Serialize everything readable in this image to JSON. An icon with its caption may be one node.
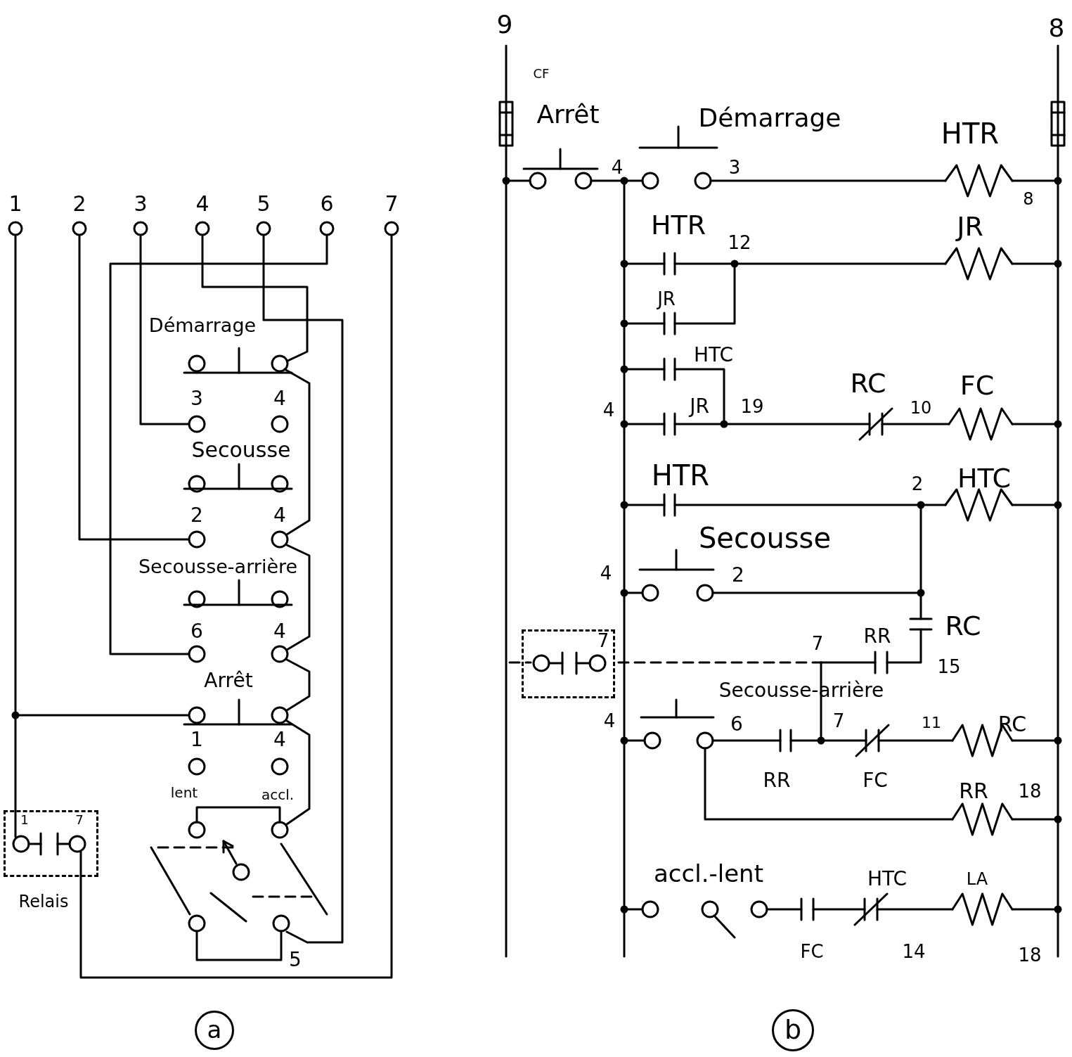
{
  "diagram": {
    "nodes": [
      {
        "text": [
          "1",
          "7"
        ],
        "beside": [
          "Relais"
        ]
      },
      {
        "text": [
          "a"
        ]
      },
      {
        "text": [
          "7"
        ]
      },
      {
        "text": [
          "b"
        ]
      }
    ],
    "labels": [
      "1",
      "2",
      "3",
      "4",
      "5",
      "6",
      "7",
      "Démarrage",
      "3",
      "4",
      "Secousse",
      "2",
      "4",
      "Secousse-arrière",
      "6",
      "4",
      "Arrêt",
      "1",
      "4",
      "lent",
      "accl.",
      "5",
      "9",
      "8",
      "CF",
      "Arrêt",
      "Démarrage",
      "4",
      "3",
      "HTR",
      "8",
      "HTR",
      "12",
      "JR",
      "JR",
      "HTC",
      "RC",
      "FC",
      "4",
      "JR",
      "19",
      "10",
      "HTR",
      "2",
      "HTC",
      "Secousse",
      "4",
      "2",
      "RC",
      "7",
      "RR",
      "15",
      "Secousse-arrière",
      "4",
      "6",
      "7",
      "11",
      "RC",
      "RR",
      "FC",
      "RR",
      "18",
      "accl.-lent",
      "HTC",
      "LA",
      "FC",
      "14",
      "18"
    ]
  }
}
